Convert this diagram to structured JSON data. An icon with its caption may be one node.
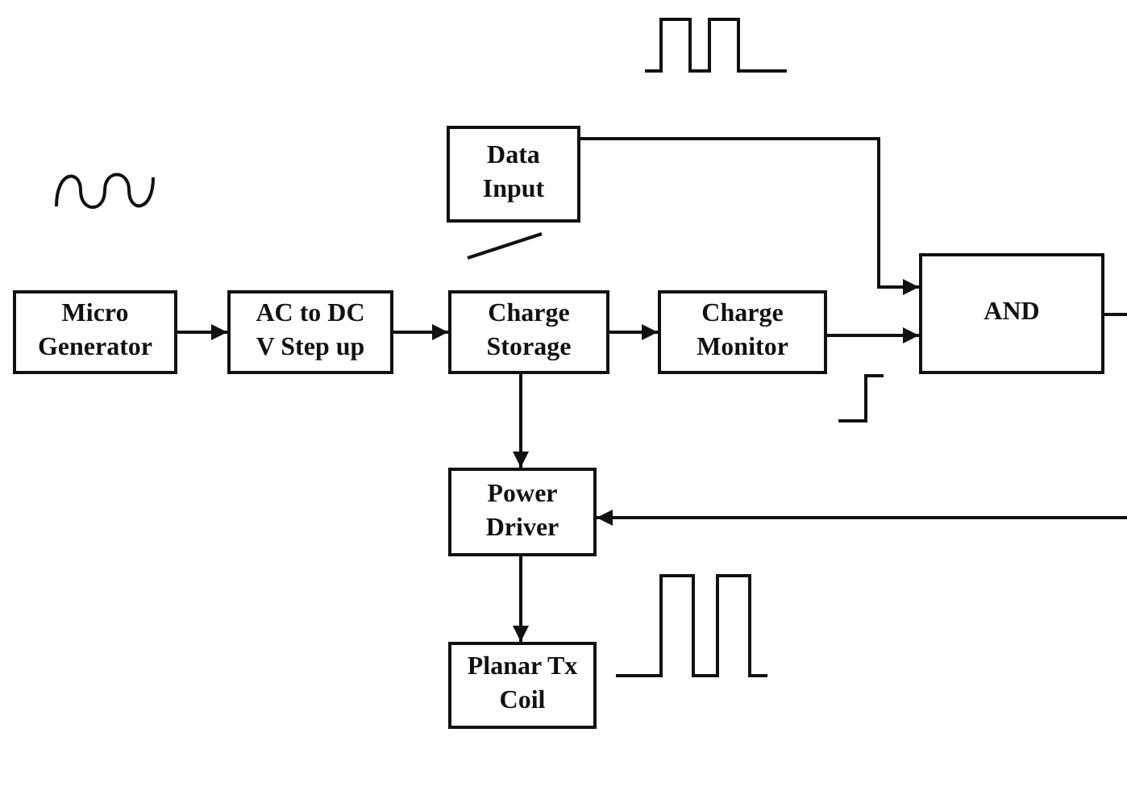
{
  "diagram": {
    "nodes": [
      {
        "text": [
          "Data Input"
        ]
      },
      {
        "text": [
          "Micro Generator"
        ]
      },
      {
        "text": [
          "AC to DC V Step up"
        ]
      },
      {
        "text": [
          "Charge Storage"
        ]
      },
      {
        "text": [
          "Charge Monitor"
        ]
      },
      {
        "text": [
          "AND"
        ]
      },
      {
        "text": [
          "Power Driver"
        ]
      },
      {
        "text": [
          "Planar Tx Coil"
        ]
      }
    ],
    "edges": [
      {
        "from": 1,
        "to": 2,
        "arrow": "to"
      },
      {
        "from": 2,
        "to": 3,
        "arrow": "to"
      },
      {
        "from": 3,
        "to": 4,
        "arrow": "to"
      },
      {
        "from": 0,
        "to": 5,
        "arrow": "to"
      },
      {
        "from": 4,
        "to": 5,
        "arrow": "to"
      },
      {
        "from": 3,
        "to": 6,
        "arrow": "to"
      },
      {
        "from": 6,
        "to": 7,
        "arrow": "to"
      },
      {
        "from": 5,
        "to": null,
        "arrow": "none"
      },
      {
        "from": null,
        "to": 6,
        "arrow": "to"
      }
    ]
  }
}
